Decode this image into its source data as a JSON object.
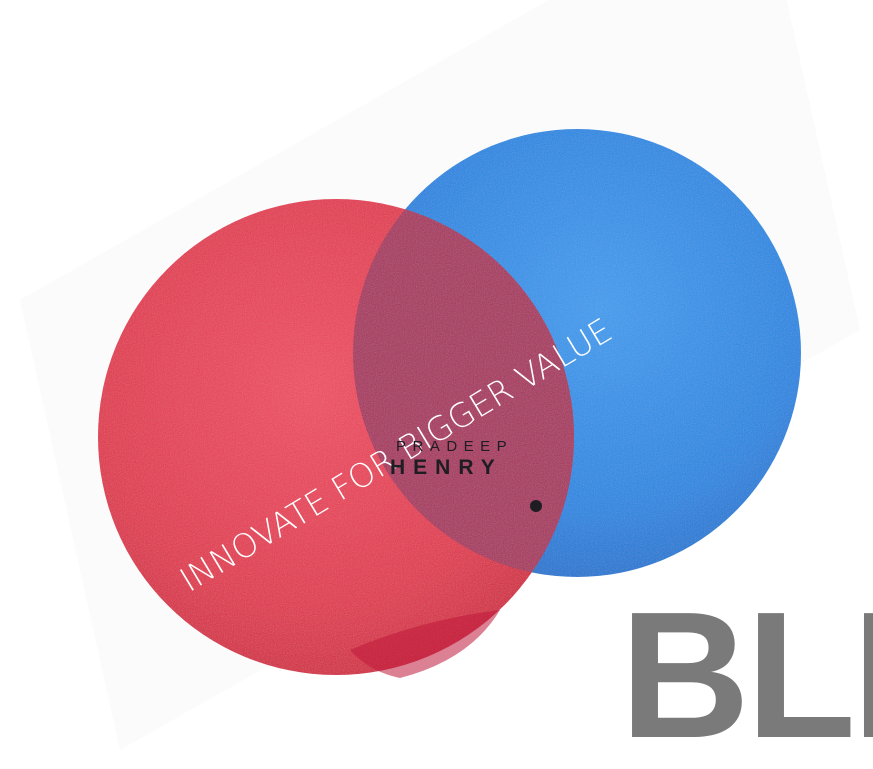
{
  "tagline": "INNOVATE FOR BIGGER VALUE",
  "brand": {
    "first_name": "PRADEEP",
    "last_name": "HENRY"
  },
  "big_text": "BLE",
  "colors": {
    "red_circle": "#e8354e",
    "blue_circle": "#1f8ae6",
    "overlap": "#a8305f",
    "big_text": "#7a7a7a",
    "brand_text": "#1d1d22"
  }
}
